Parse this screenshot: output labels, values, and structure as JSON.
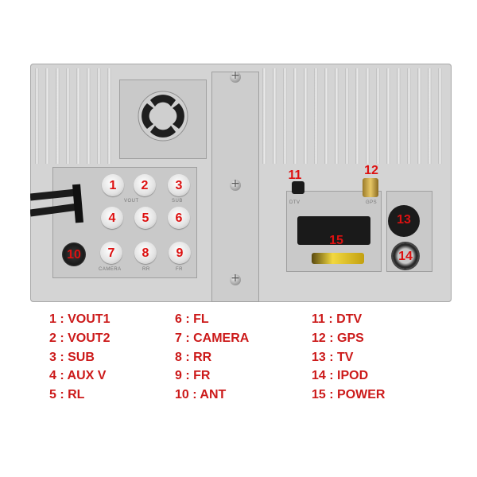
{
  "connectors": [
    {
      "num": "1",
      "name": "VOUT1"
    },
    {
      "num": "2",
      "name": "VOUT2"
    },
    {
      "num": "3",
      "name": "SUB"
    },
    {
      "num": "4",
      "name": "AUX  V"
    },
    {
      "num": "5",
      "name": "RL"
    },
    {
      "num": "6",
      "name": "FL"
    },
    {
      "num": "7",
      "name": "CAMERA"
    },
    {
      "num": "8",
      "name": "RR"
    },
    {
      "num": "9",
      "name": "FR"
    },
    {
      "num": "10",
      "name": "ANT"
    },
    {
      "num": "11",
      "name": "DTV"
    },
    {
      "num": "12",
      "name": "GPS"
    },
    {
      "num": "13",
      "name": "TV"
    },
    {
      "num": "14",
      "name": "IPOD"
    },
    {
      "num": "15",
      "name": "POWER"
    }
  ],
  "legend": [
    "1 : VOUT1",
    "2 : VOUT2",
    "3 : SUB",
    "4 : AUX  V",
    "5 : RL",
    "6 : FL",
    "7 : CAMERA",
    "8 : RR",
    "9 : FR",
    "10 : ANT",
    "11 : DTV",
    "12 : GPS",
    "13 : TV",
    "14 : IPOD",
    "15 : POWER"
  ],
  "panel_text": {
    "vout": "VOUT",
    "sub": "SUB",
    "camera": "CAMERA",
    "rr": "RR",
    "fr": "FR",
    "dtv": "DTV",
    "gps": "GPS"
  },
  "colors": {
    "label_red": "#cc1a1a",
    "panel": "#d4d4d4",
    "jack_black": "#1a1a1a"
  }
}
